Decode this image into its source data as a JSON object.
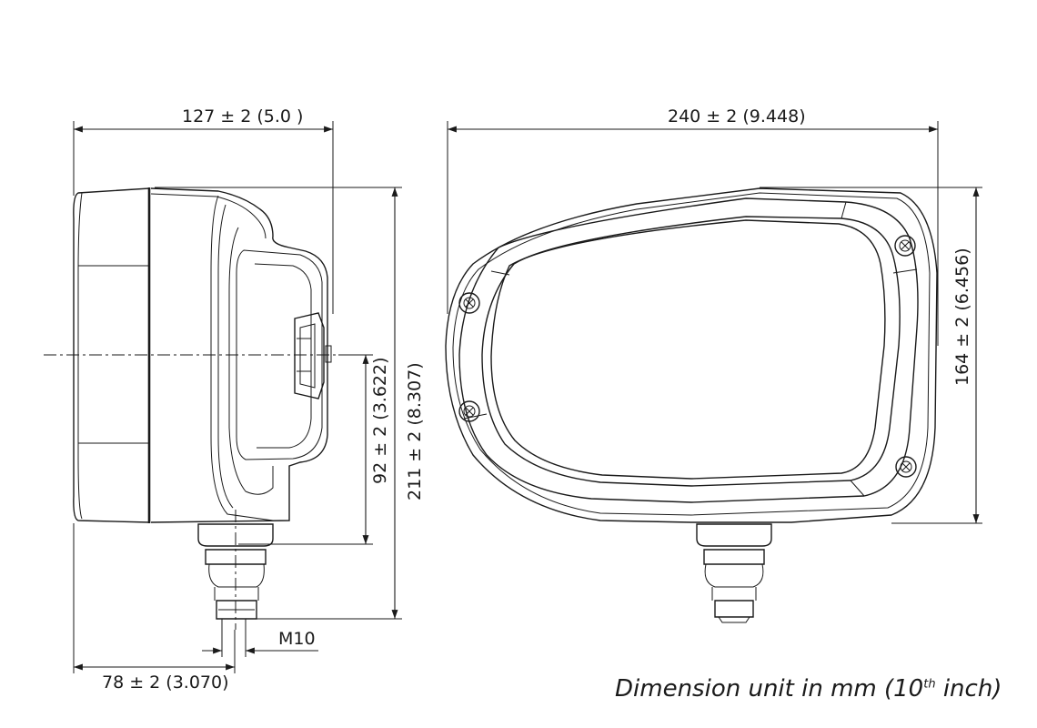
{
  "dimensions": {
    "side_width": "127 ± 2 (5.0  )",
    "front_width": "240 ± 2 (9.448)",
    "side_height": "211 ± 2 (8.307)",
    "mount_height": "92 ± 2 (3.622)",
    "front_height": "164 ± 2 (6.456)",
    "mount_offset": "78  ± 2 (3.070)",
    "thread": "M10"
  },
  "note": {
    "prefix": "Dimension unit in mm (10",
    "superscript": "th",
    "suffix": " inch)"
  }
}
